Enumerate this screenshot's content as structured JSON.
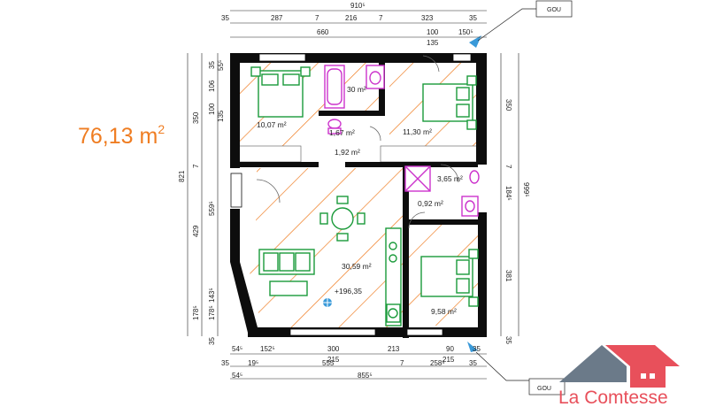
{
  "surface": {
    "value": "76,13",
    "unit": "m",
    "power": "2"
  },
  "brand": {
    "name": "La Comtesse",
    "color": "#e8505b",
    "roof_color": "#6b7a89"
  },
  "colors": {
    "wall": "#0d0d0d",
    "hatch": "#ef7d22",
    "fixture": "#1a9a3a",
    "sanitary": "#cc33cc",
    "arrow": "#3a9ad9"
  },
  "rooms": [
    {
      "id": "bedroom1",
      "area": "10,07 m²"
    },
    {
      "id": "bathroom",
      "area": "30 m²"
    },
    {
      "id": "wc",
      "area": "1,67 m²"
    },
    {
      "id": "hall",
      "area": "1,92 m²"
    },
    {
      "id": "bedroom2",
      "area": "11,30 m²"
    },
    {
      "id": "shower",
      "area": "3,65 m²"
    },
    {
      "id": "wash",
      "area": "0,92 m²"
    },
    {
      "id": "living",
      "area": "30,59 m²"
    },
    {
      "id": "bedroom3",
      "area": "9,58 m²"
    }
  ],
  "level_mark": "+196,35",
  "gou_labels": [
    "GOU",
    "GOU"
  ],
  "dims": {
    "top1": [
      "910⁵"
    ],
    "top2": [
      "35",
      "287",
      "7",
      "216",
      "7",
      "323",
      "35"
    ],
    "top3": [
      "660",
      "100",
      "150⁵"
    ],
    "top3b": [
      "135"
    ],
    "left_outer": [
      "821"
    ],
    "left_mid": [
      "350",
      "7",
      "429",
      "178⁵"
    ],
    "left_inner": [
      "35",
      "106",
      "100",
      "135",
      "559⁵",
      "143⁵",
      "178⁵",
      "35"
    ],
    "left_small": [
      "55⁵"
    ],
    "right1": [
      "350",
      "7",
      "184⁵",
      "381",
      "35"
    ],
    "right2": [
      "999⁵"
    ],
    "bottom1": [
      "54⁵",
      "152⁵",
      "300",
      "213",
      "90",
      "35"
    ],
    "bottom1b": [
      "215",
      "215"
    ],
    "bottom2": [
      "35",
      "19⁵",
      "555",
      "7",
      "258⁵",
      "35"
    ],
    "bottom3": [
      "54⁵",
      "855⁵"
    ]
  }
}
